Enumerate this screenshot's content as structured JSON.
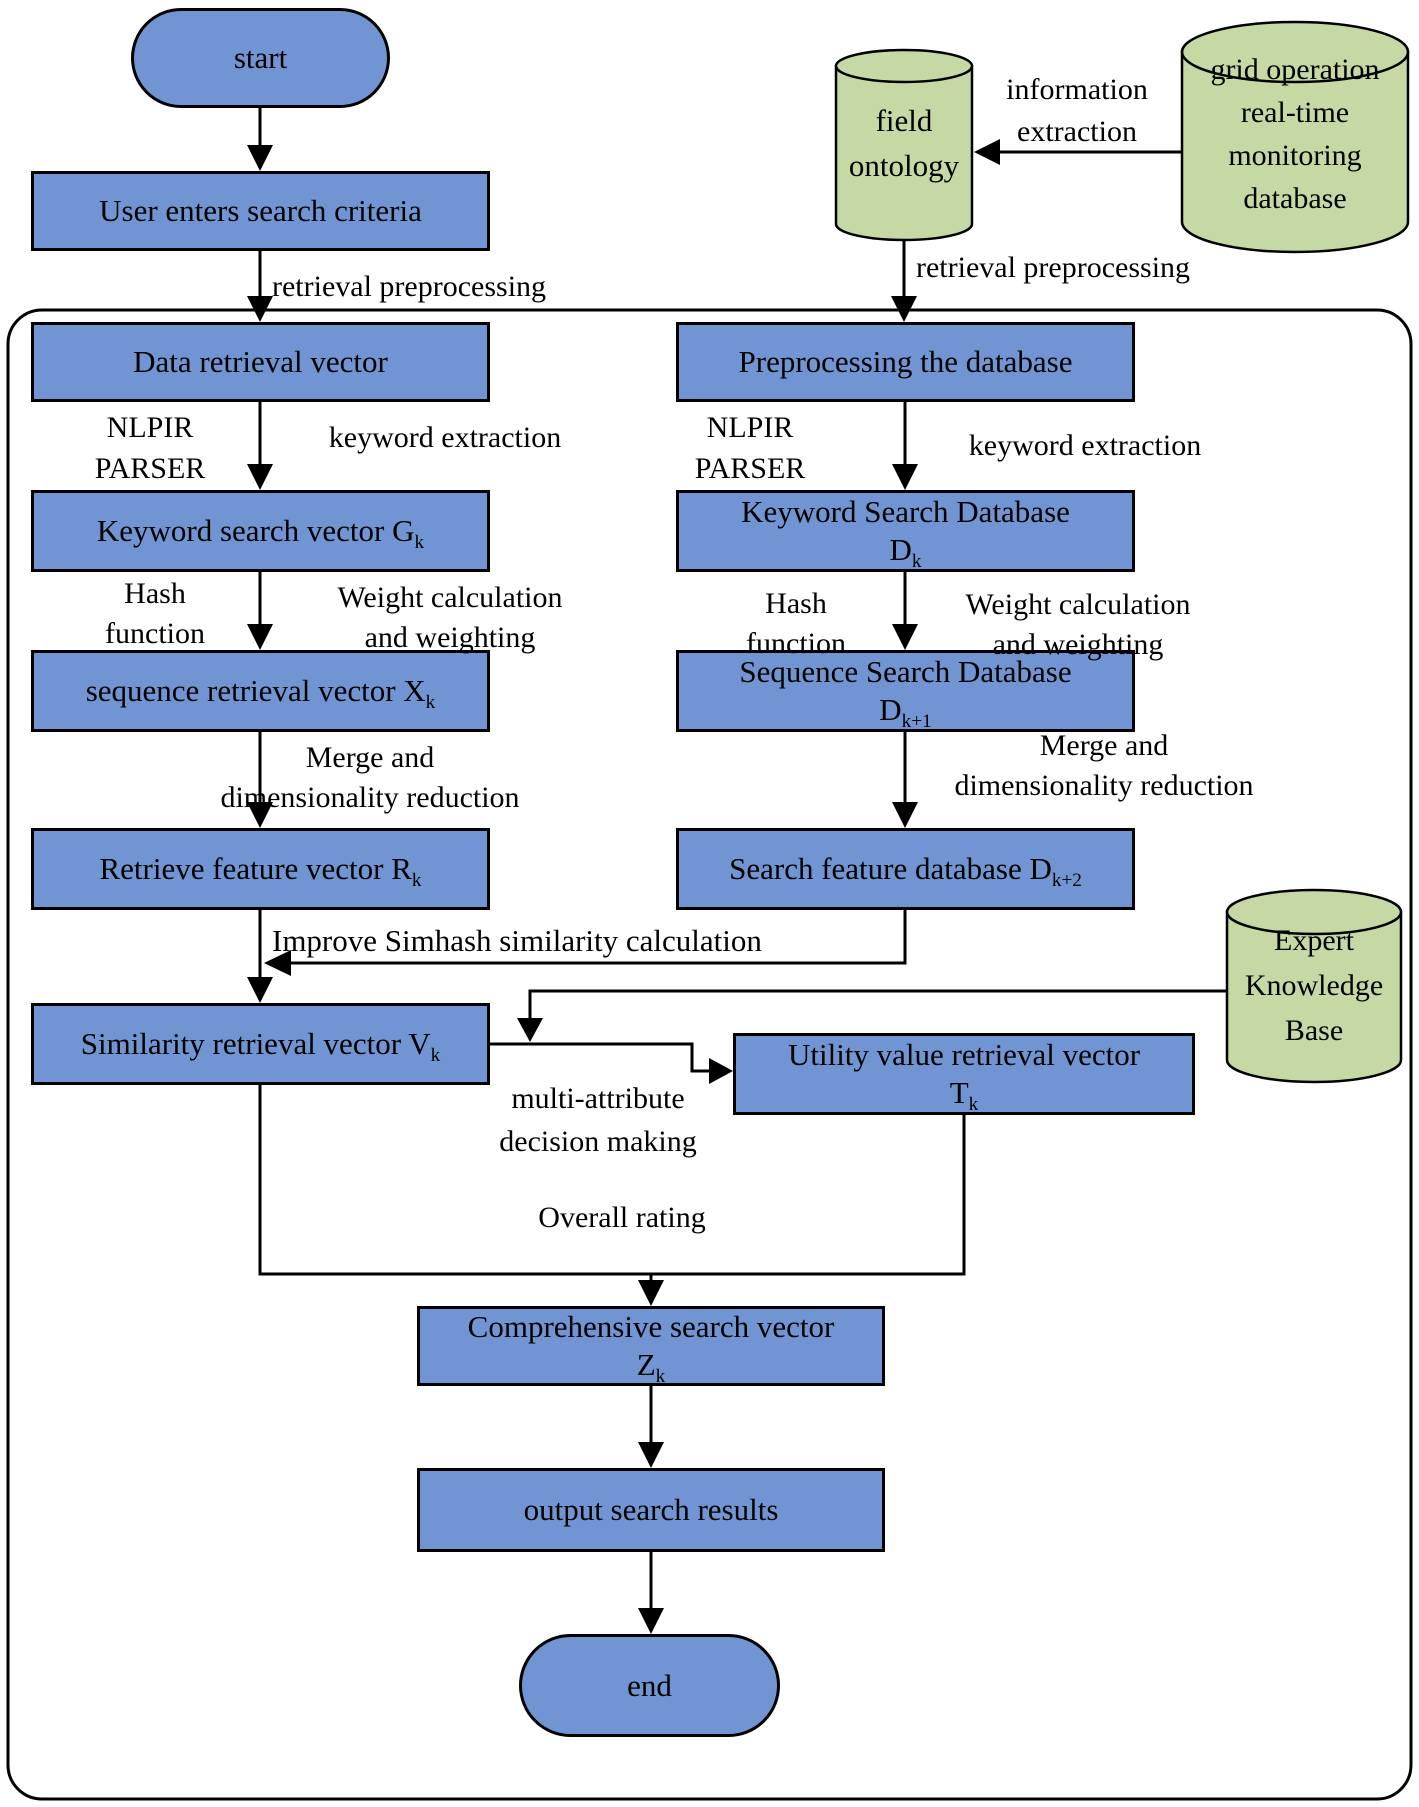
{
  "colors": {
    "process_fill": "#7195d2",
    "datastore_fill": "#c6d9a4",
    "stroke": "#000000"
  },
  "nodes": {
    "start": {
      "label": "start"
    },
    "user_input": {
      "label": "User enters search criteria"
    },
    "field_ontology": {
      "line1": "field",
      "line2": "ontology"
    },
    "grid_database": {
      "line1": "grid operation",
      "line2": "real-time",
      "line3": "monitoring",
      "line4": "database"
    },
    "expert_knowledge_base": {
      "line1": "Expert",
      "line2": "Knowledge",
      "line3": "Base"
    },
    "data_retrieval_vector": {
      "label": "Data retrieval vector"
    },
    "preprocessing_database": {
      "label": "Preprocessing the database"
    },
    "keyword_search_vector": {
      "label": "Keyword search vector G",
      "sub": "k"
    },
    "keyword_search_database": {
      "line1": "Keyword Search Database",
      "line2": "D",
      "line2_sub": "k"
    },
    "sequence_retrieval_vector": {
      "label": "sequence retrieval vector X",
      "sub": "k"
    },
    "sequence_search_database": {
      "line1": "Sequence Search Database",
      "line2": "D",
      "line2_sub": "k+1"
    },
    "retrieve_feature_vector": {
      "label": "Retrieve feature vector R",
      "sub": "k"
    },
    "search_feature_database": {
      "label": "Search feature database D",
      "sub": "k+2"
    },
    "similarity_retrieval_vector": {
      "label": "Similarity retrieval vector V",
      "sub": "k"
    },
    "utility_value_vector": {
      "line1": "Utility value retrieval vector",
      "line2": "T",
      "line2_sub": "k"
    },
    "comprehensive_search_vector": {
      "line1": "Comprehensive search vector",
      "line2": "Z",
      "line2_sub": "k"
    },
    "output_results": {
      "label": "output search results"
    },
    "end": {
      "label": "end"
    }
  },
  "edge_labels": {
    "information_extraction": {
      "line1": "information",
      "line2": "extraction"
    },
    "retrieval_preprocessing_left": "retrieval preprocessing",
    "retrieval_preprocessing_right": "retrieval preprocessing",
    "nlpir_parser_left": {
      "line1": "NLPIR",
      "line2": "PARSER"
    },
    "nlpir_parser_right": {
      "line1": "NLPIR",
      "line2": "PARSER"
    },
    "keyword_extraction_left": "keyword extraction",
    "keyword_extraction_right": "keyword extraction",
    "hash_function_left": {
      "line1": "Hash",
      "line2": "function"
    },
    "hash_function_right": {
      "line1": "Hash",
      "line2": "function"
    },
    "weight_calculation_left": {
      "line1": "Weight calculation",
      "line2": "and weighting"
    },
    "weight_calculation_right": {
      "line1": "Weight calculation",
      "line2": "and weighting"
    },
    "merge_left": {
      "line1": "Merge and",
      "line2": "dimensionality reduction"
    },
    "merge_right": {
      "line1": "Merge and",
      "line2": "dimensionality reduction"
    },
    "simhash": "Improve Simhash similarity calculation",
    "multi_attribute": {
      "line1": "multi-attribute",
      "line2": "decision making"
    },
    "overall_rating": "Overall rating"
  }
}
